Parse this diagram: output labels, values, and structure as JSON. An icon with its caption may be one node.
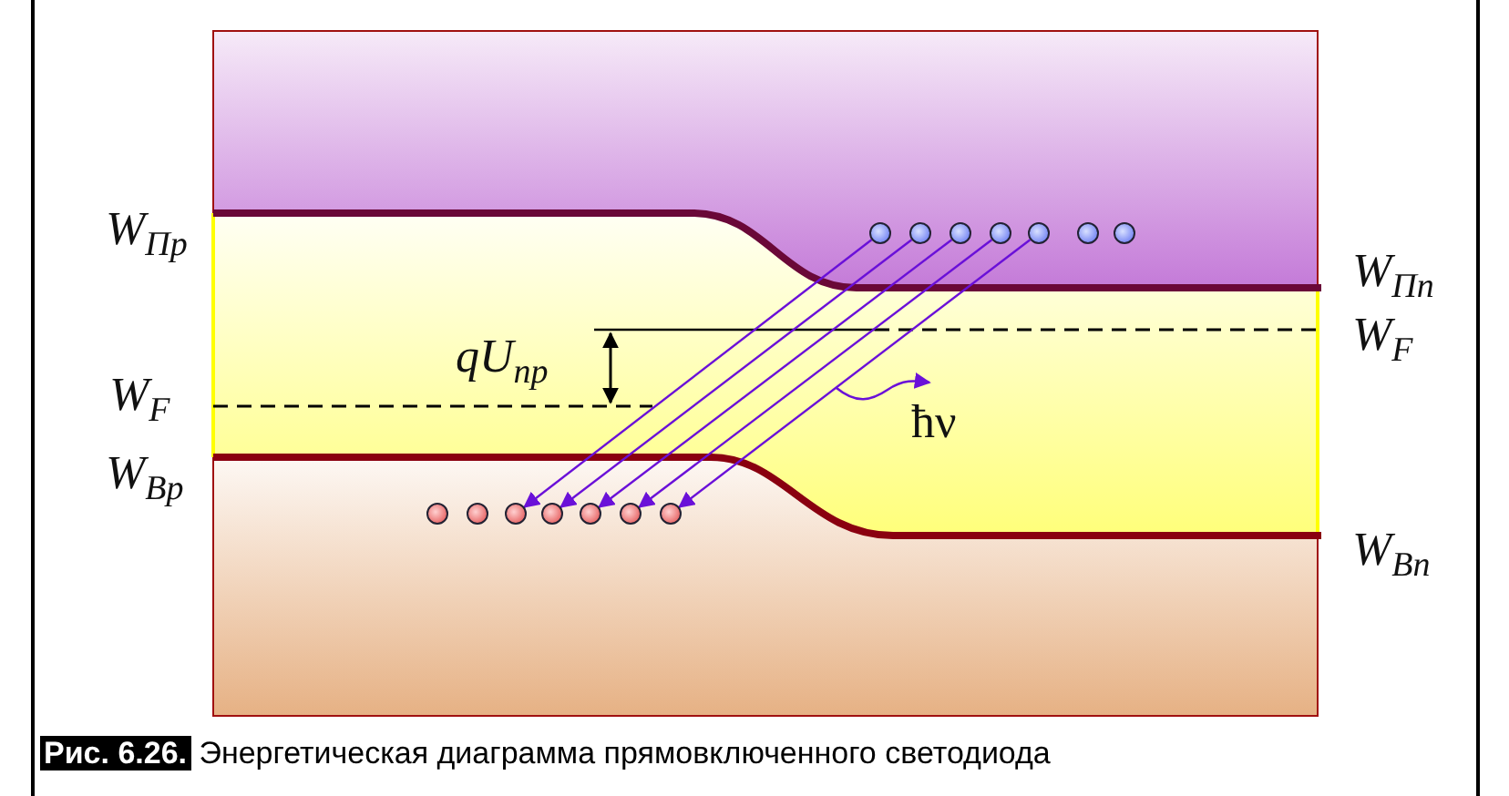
{
  "diagram": {
    "caption": "**Рис. 6.26.** Энергетическая диаграмма прямовключенного светодиода",
    "nodes": [
      {
        "text": [],
        "shape": "circle"
      },
      {
        "text": [],
        "shape": "circle"
      },
      {
        "text": [],
        "shape": "circle"
      },
      {
        "text": [],
        "shape": "circle"
      },
      {
        "text": [],
        "shape": "circle"
      },
      {
        "text": [],
        "shape": "circle"
      },
      {
        "text": [],
        "shape": "circle"
      },
      {
        "text": [],
        "shape": "circle"
      },
      {
        "text": [],
        "shape": "circle"
      },
      {
        "text": [],
        "shape": "circle"
      },
      {
        "text": [],
        "shape": "circle"
      },
      {
        "text": [],
        "shape": "circle"
      },
      {
        "text": [],
        "shape": "circle"
      },
      {
        "text": [],
        "shape": "circle"
      }
    ],
    "edges": [
      {
        "from": 0,
        "to": 9,
        "arrow": "to"
      },
      {
        "from": 1,
        "to": 10,
        "arrow": "to"
      },
      {
        "from": 2,
        "to": 11,
        "arrow": "to"
      },
      {
        "from": 3,
        "to": 12,
        "arrow": "to"
      },
      {
        "from": 4,
        "to": 13,
        "arrow": "to"
      }
    ],
    "labels": [
      "*W*$_{Πp}$",
      "*W*$_{Πn}$",
      "*W*$_{F}$",
      "*qU*$_{пр}$",
      "*W*$_{F}$",
      "ħν",
      "*W*$_{Вp}$",
      "*W*$_{Вn}$"
    ]
  }
}
